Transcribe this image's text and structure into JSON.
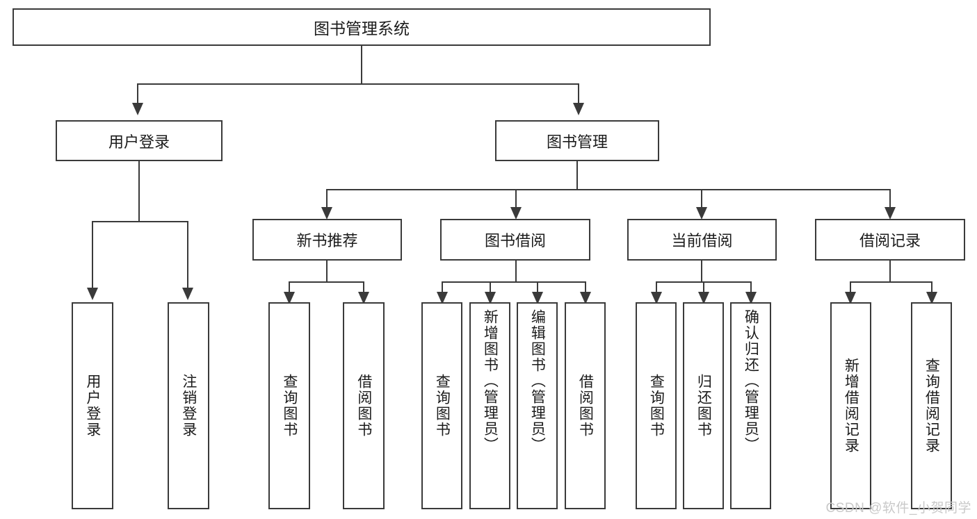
{
  "diagram": {
    "type": "tree",
    "title": "图书管理系统",
    "root": {
      "label": "图书管理系统"
    },
    "level2": [
      {
        "label": "用户登录"
      },
      {
        "label": "图书管理"
      }
    ],
    "level3": [
      {
        "label": "新书推荐"
      },
      {
        "label": "图书借阅"
      },
      {
        "label": "当前借阅"
      },
      {
        "label": "借阅记录"
      }
    ],
    "leaves": {
      "user_login": [
        {
          "label": "用户登录"
        },
        {
          "label": "注销登录"
        }
      ],
      "new_book_recommend": [
        {
          "label": "查询图书"
        },
        {
          "label": "借阅图书"
        }
      ],
      "book_borrow": [
        {
          "label": "查询图书"
        },
        {
          "label": "新增图书（管理员）"
        },
        {
          "label": "编辑图书（管理员）"
        },
        {
          "label": "借阅图书"
        }
      ],
      "current_borrow": [
        {
          "label": "查询图书"
        },
        {
          "label": "归还图书"
        },
        {
          "label": "确认归还（管理员）"
        }
      ],
      "borrow_record": [
        {
          "label": "新增借阅记录"
        },
        {
          "label": "查询借阅记录"
        }
      ]
    }
  },
  "watermark": {
    "text": "CSDN @软件_小贺同学"
  },
  "colors": {
    "stroke": "#3a3a3a",
    "text": "#1b1b1b",
    "background": "#ffffff",
    "watermark": "#c9c9c9"
  }
}
